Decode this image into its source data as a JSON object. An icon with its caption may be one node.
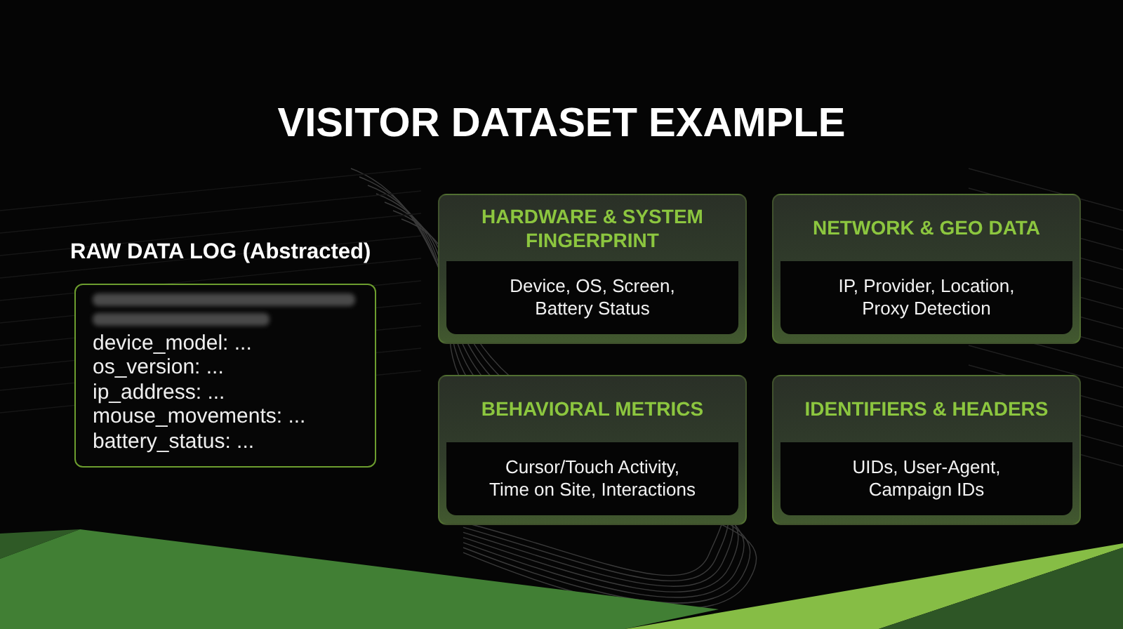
{
  "diagram": {
    "title": "VISITOR DATASET EXAMPLE",
    "nodes": [
      {
        "text": [
          "RAW DATA LOG (Abstracted)",
          "device_model: ...",
          "os_version: ...",
          "ip_address: ...",
          "mouse_movements: ...",
          "battery_status: ..."
        ]
      },
      {
        "text": [
          "HARDWARE & SYSTEM FINGERPRINT",
          "Device, OS, Screen, Battery Status"
        ]
      },
      {
        "text": [
          "NETWORK & GEO DATA",
          "IP, Provider, Location, Proxy Detection"
        ]
      },
      {
        "text": [
          "BEHAVIORAL METRICS",
          "Cursor/Touch Activity, Time on Site, Interactions"
        ]
      },
      {
        "text": [
          "IDENTIFIERS & HEADERS",
          "UIDs, User-Agent, Campaign IDs"
        ]
      }
    ]
  }
}
